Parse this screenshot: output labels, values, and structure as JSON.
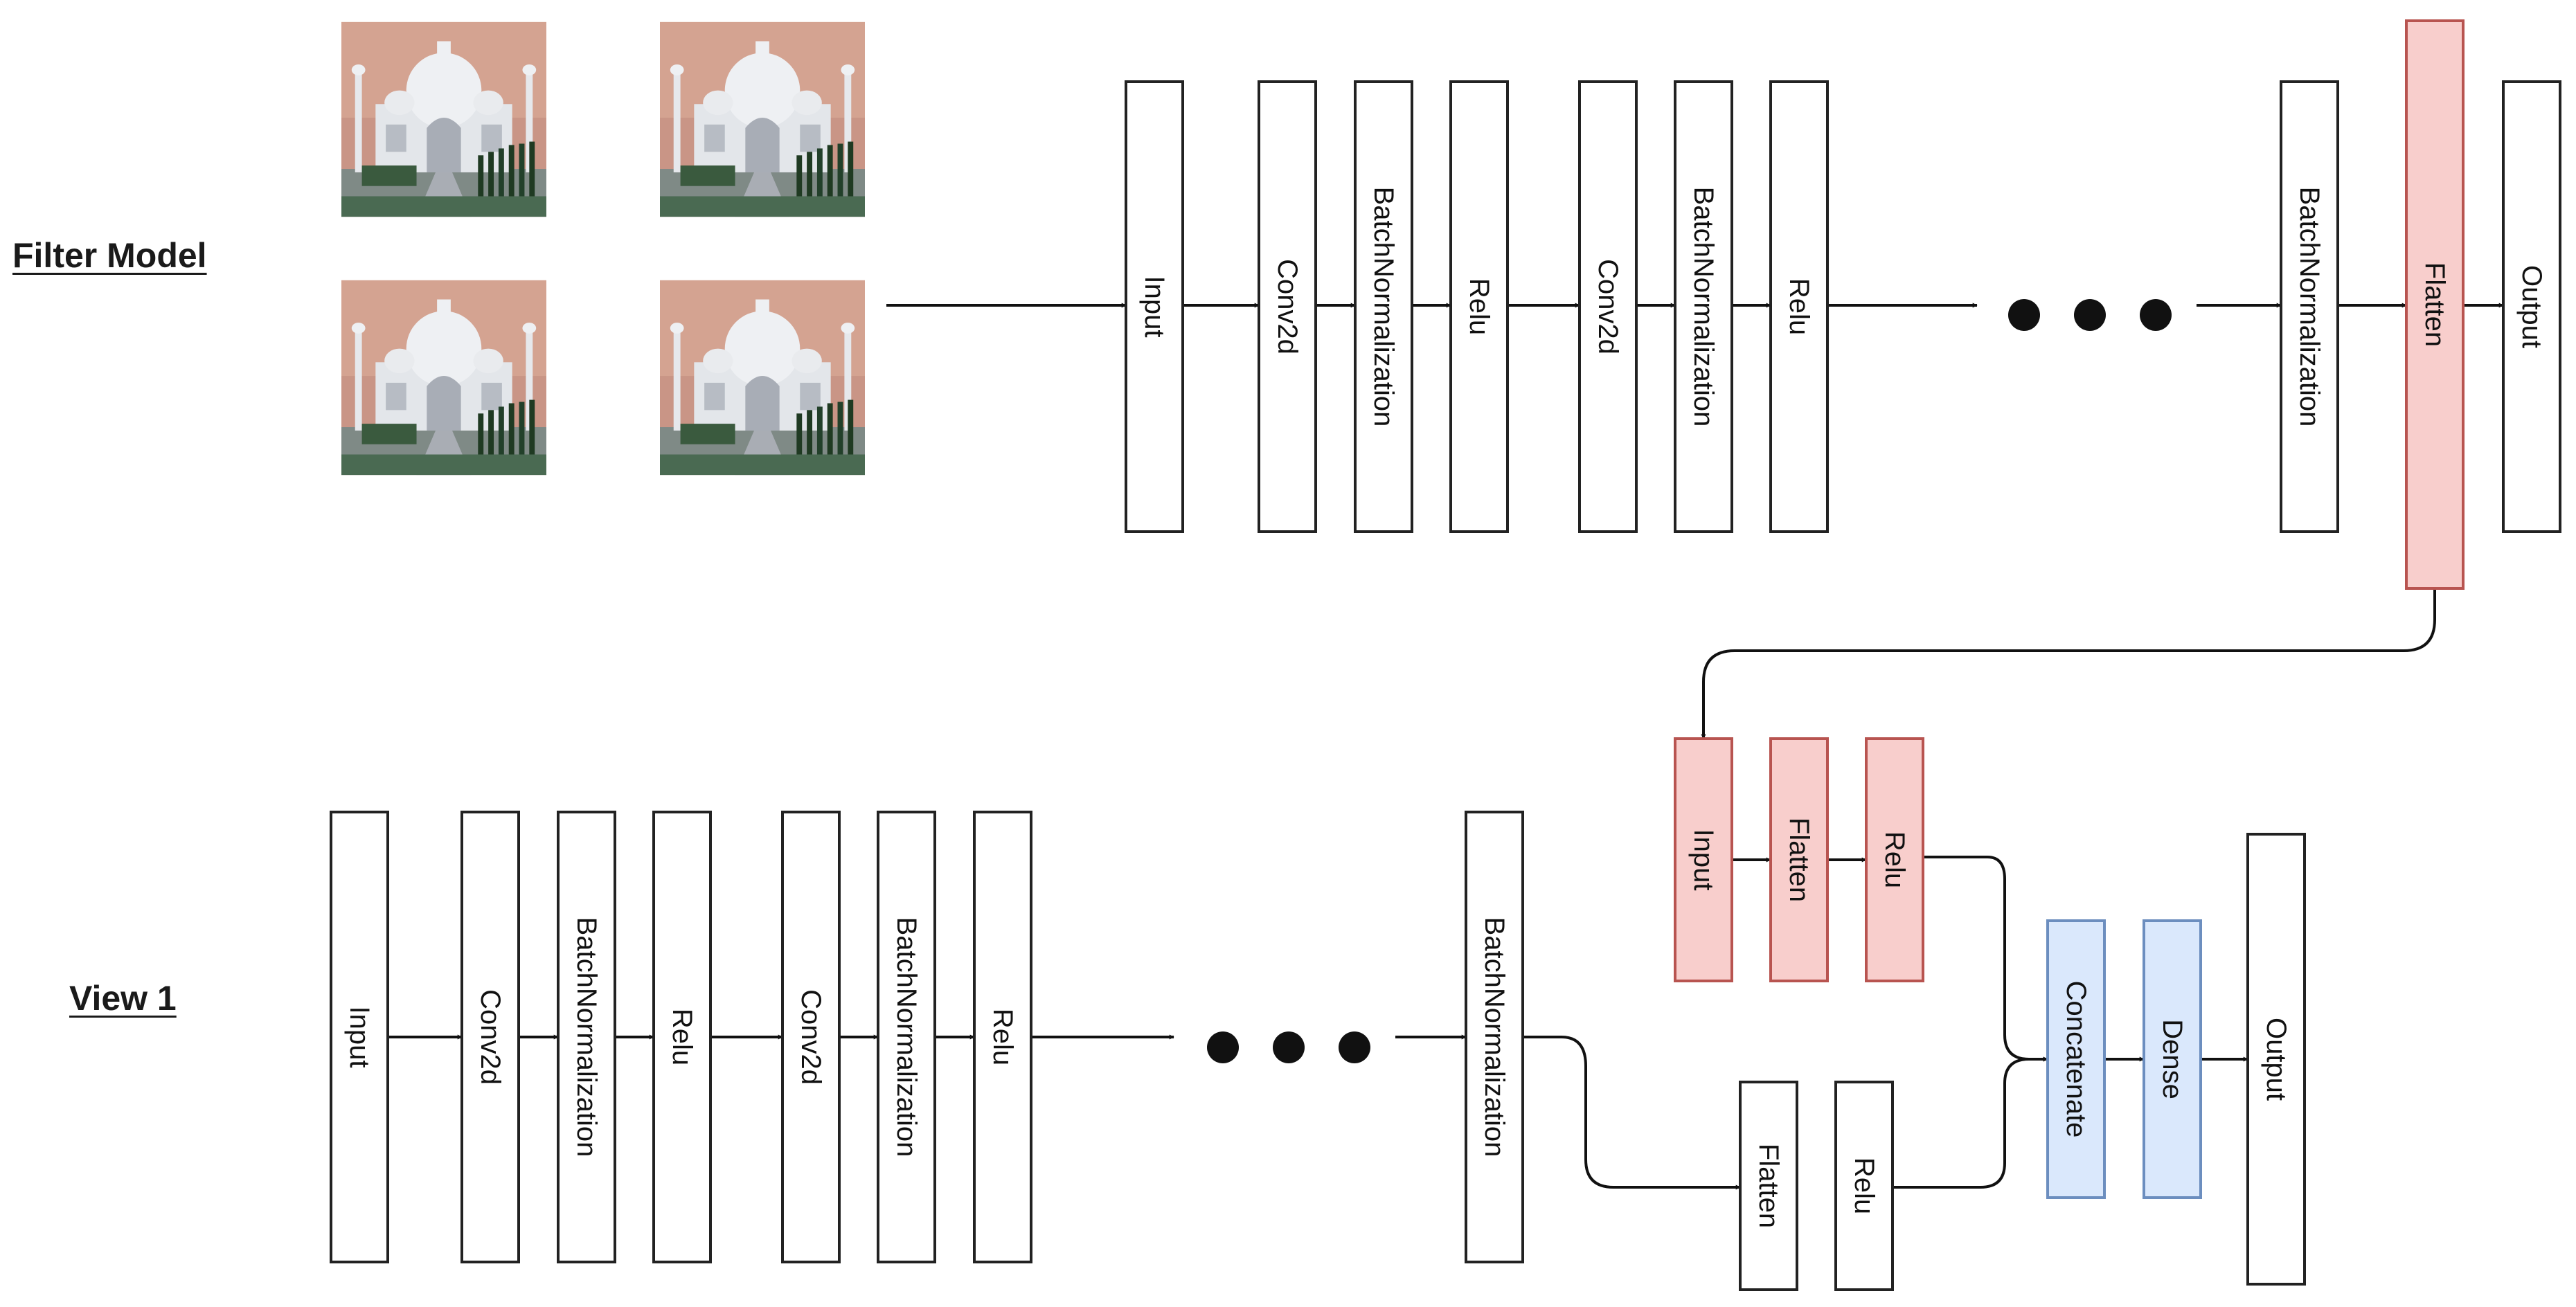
{
  "sections": {
    "filter_model": "Filter Model",
    "view1": "View 1"
  },
  "colors": {
    "plain_fill": "#ffffff",
    "plain_stroke": "#222222",
    "red_fill": "#f8cecc",
    "red_stroke": "#b85450",
    "blue_fill": "#dae8fc",
    "blue_stroke": "#6c8ebf",
    "arrow": "#111111"
  },
  "filter_model": {
    "images": [
      "taj-mahal-image",
      "taj-mahal-image",
      "taj-mahal-image",
      "taj-mahal-image"
    ],
    "layers": [
      {
        "label": "Input",
        "style": "plain"
      },
      {
        "label": "Conv2d",
        "style": "plain"
      },
      {
        "label": "BatchNormalization",
        "style": "plain"
      },
      {
        "label": "Relu",
        "style": "plain"
      },
      {
        "label": "Conv2d",
        "style": "plain"
      },
      {
        "label": "BatchNormalization",
        "style": "plain"
      },
      {
        "label": "Relu",
        "style": "plain"
      },
      {
        "label": "BatchNormalization",
        "style": "plain"
      },
      {
        "label": "Flatten",
        "style": "red"
      },
      {
        "label": "Output",
        "style": "plain"
      }
    ]
  },
  "view1": {
    "layers": [
      {
        "label": "Input",
        "style": "plain"
      },
      {
        "label": "Conv2d",
        "style": "plain"
      },
      {
        "label": "BatchNormalization",
        "style": "plain"
      },
      {
        "label": "Relu",
        "style": "plain"
      },
      {
        "label": "Conv2d",
        "style": "plain"
      },
      {
        "label": "BatchNormalization",
        "style": "plain"
      },
      {
        "label": "Relu",
        "style": "plain"
      },
      {
        "label": "BatchNormalization",
        "style": "plain"
      }
    ],
    "filter_branch": [
      {
        "label": "Input",
        "style": "red"
      },
      {
        "label": "Flatten",
        "style": "red"
      },
      {
        "label": "Relu",
        "style": "red"
      }
    ],
    "view_branch": [
      {
        "label": "Flatten",
        "style": "plain"
      },
      {
        "label": "Relu",
        "style": "plain"
      }
    ],
    "head": [
      {
        "label": "Concatenate",
        "style": "blue"
      },
      {
        "label": "Dense",
        "style": "blue"
      },
      {
        "label": "Output",
        "style": "plain"
      }
    ]
  }
}
